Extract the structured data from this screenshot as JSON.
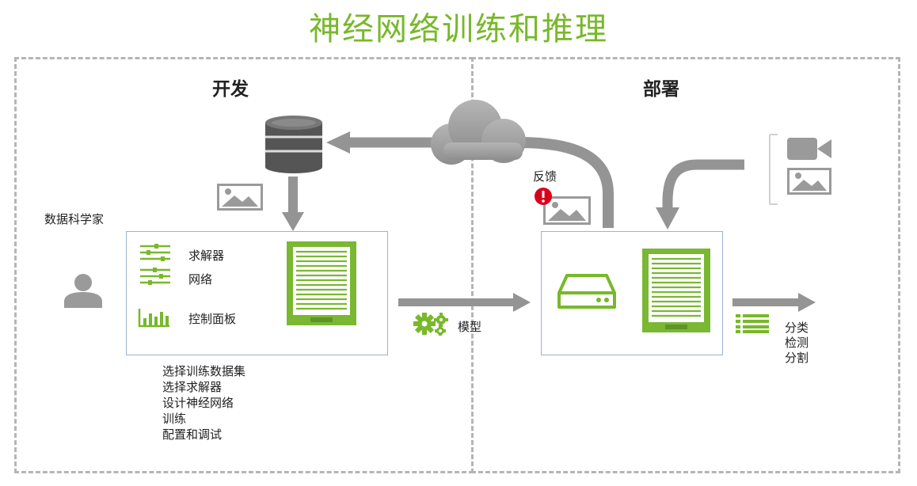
{
  "title": "神经网络训练和推理",
  "sections": {
    "develop": "开发",
    "deploy": "部署"
  },
  "develop": {
    "persona": "数据科学家",
    "menu": [
      {
        "label": "求解器",
        "icon": "sliders-icon"
      },
      {
        "label": "网络",
        "icon": "sliders-icon"
      },
      {
        "label": "控制面板",
        "icon": "bar-chart-icon"
      }
    ],
    "steps": [
      "选择训练数据集",
      "选择求解器",
      "设计神经网络",
      "训练",
      "配置和调试"
    ]
  },
  "model_label": "模型",
  "feedback_label": "反馈",
  "outputs": [
    "分类",
    "检测",
    "分割"
  ],
  "colors": {
    "accent": "#78b82a",
    "arrow": "#8c8c8c",
    "icon_gray": "#9a9a9a",
    "alert": "#d9001b"
  }
}
